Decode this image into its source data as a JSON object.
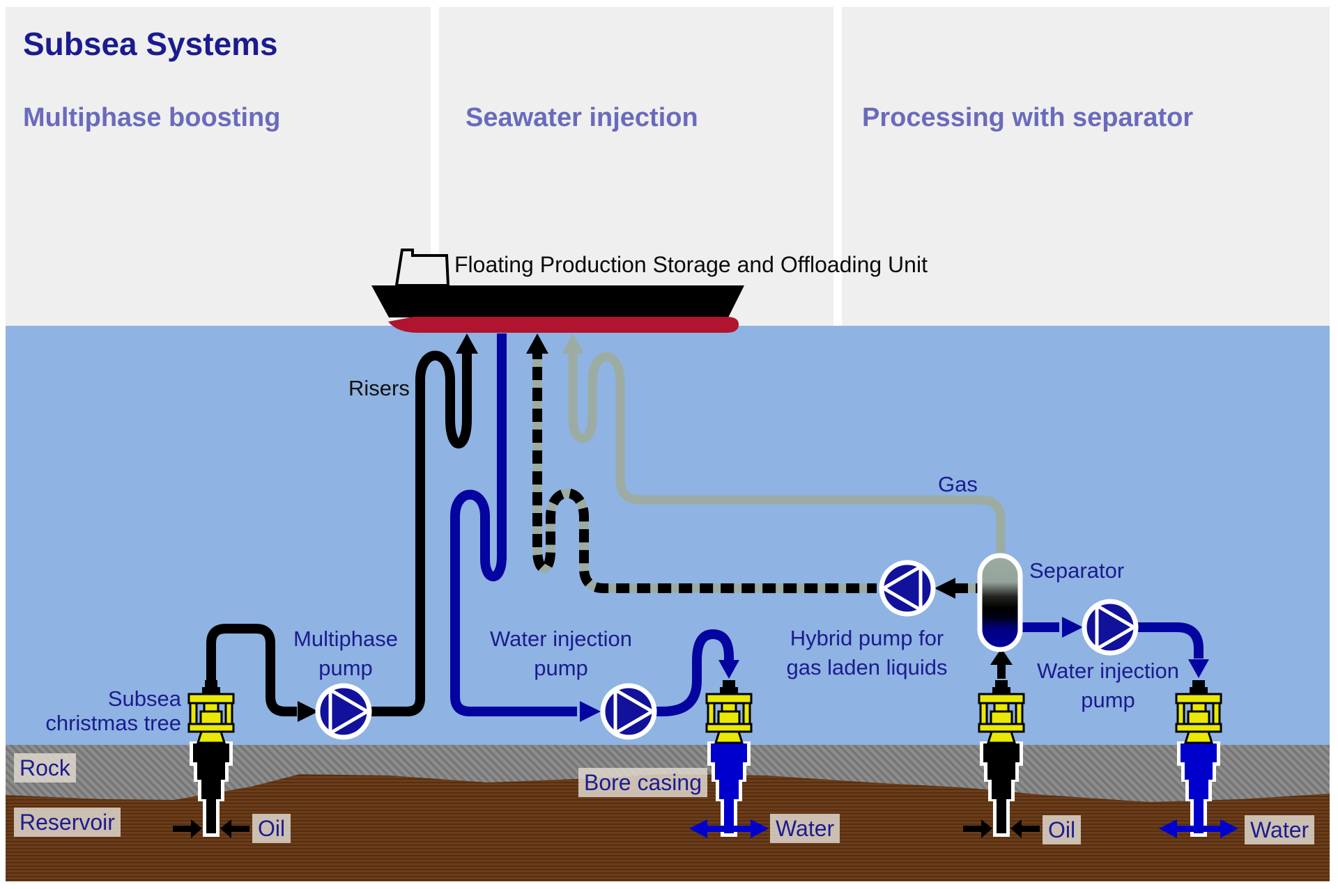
{
  "title": "Subsea Systems",
  "sections": [
    {
      "label": "Multiphase boosting"
    },
    {
      "label": "Seawater injection"
    },
    {
      "label": "Processing with separator"
    }
  ],
  "ship": {
    "label": "Floating Production Storage and Offloading Unit"
  },
  "annotations": {
    "risers": "Risers",
    "gas": "Gas",
    "separator": "Separator"
  },
  "equipment": {
    "multiphase_pump": {
      "line1": "Multiphase",
      "line2": "pump"
    },
    "water_injection_pump_mid": {
      "line1": "Water injection",
      "line2": "pump"
    },
    "hybrid_pump": {
      "line1": "Hybrid pump for",
      "line2": "gas laden liquids"
    },
    "water_injection_pump_right": {
      "line1": "Water injection",
      "line2": "pump"
    },
    "christmas_tree": {
      "line1": "Subsea",
      "line2": "christmas tree"
    }
  },
  "ground_labels": {
    "rock": "Rock",
    "reservoir": "Reservoir",
    "oil_left": "Oil",
    "bore_casing": "Bore casing",
    "water_mid": "Water",
    "oil_right": "Oil",
    "water_right": "Water"
  },
  "colors": {
    "background_panel": "#EFEFEF",
    "water": "#8FB3E2",
    "rock": "#8D8D8D",
    "reservoir_brown": "#6B3D1C",
    "pipe_black": "#000000",
    "pipe_blue": "#0404A0",
    "pipe_gas_grey": "#9CACA3",
    "pump_navy": "#11119B",
    "tree_yellow": "#E9E905",
    "casing_blue": "#0000CD",
    "ship_red": "#B0142F",
    "text_navy": "#1B1B8F",
    "header_purple": "#6A6ABD"
  }
}
